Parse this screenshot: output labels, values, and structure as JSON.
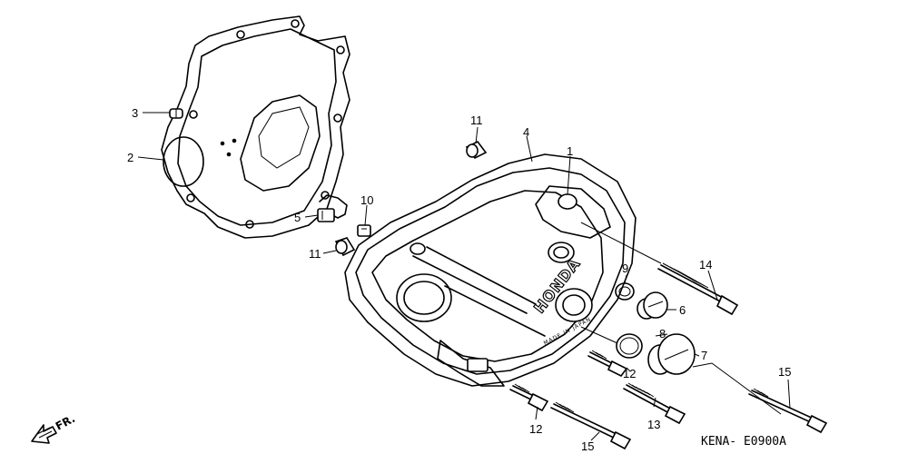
{
  "callouts": {
    "c1": "1",
    "c2": "2",
    "c3": "3",
    "c4": "4",
    "c5": "5",
    "c6": "6",
    "c7": "7",
    "c8": "8",
    "c9": "9",
    "c10": "10",
    "c11a": "11",
    "c11b": "11",
    "c12a": "12",
    "c12b": "12",
    "c13": "13",
    "c14": "14",
    "c15a": "15",
    "c15b": "15"
  },
  "cover": {
    "brand_text": "HONDA",
    "stamp_text": "MADE IN JAPAN"
  },
  "direction": {
    "label": "FR."
  },
  "diagram_code": "KENA- E0900A"
}
